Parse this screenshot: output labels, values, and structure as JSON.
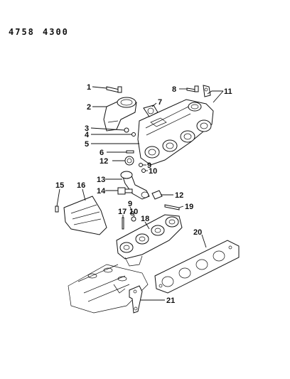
{
  "header": {
    "code_left": "4758",
    "code_right": "4300"
  },
  "callouts": [
    "1",
    "2",
    "3",
    "4",
    "5",
    "6",
    "7",
    "8",
    "9",
    "10",
    "11",
    "12",
    "13",
    "14",
    "15",
    "16",
    "17",
    "18",
    "19",
    "20",
    "21"
  ],
  "callout_extra": {
    "label_10b": "10",
    "label_12b": "12",
    "label_9b": "9"
  }
}
